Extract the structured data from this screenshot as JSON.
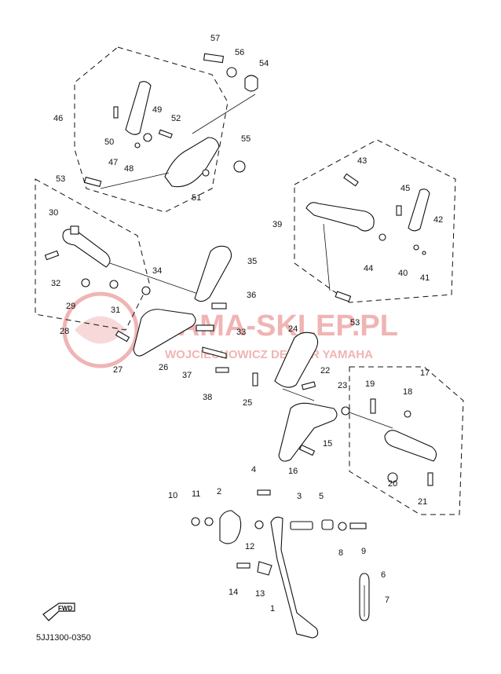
{
  "diagram": {
    "ref_code": "5JJ1300-0350",
    "fwd_label": "FWD",
    "watermark": {
      "title": "YAMA-SKLEP.PL",
      "subtitle": "WOJCIECHOWICZ DEALER YAMAHA",
      "color": "#e05a5a"
    },
    "parts": [
      {
        "id": "57",
        "label": "57"
      },
      {
        "id": "56",
        "label": "56"
      },
      {
        "id": "54",
        "label": "54"
      },
      {
        "id": "46",
        "label": "46"
      },
      {
        "id": "49",
        "label": "49"
      },
      {
        "id": "52",
        "label": "52"
      },
      {
        "id": "50",
        "label": "50"
      },
      {
        "id": "55",
        "label": "55"
      },
      {
        "id": "47",
        "label": "47"
      },
      {
        "id": "48",
        "label": "48"
      },
      {
        "id": "53a",
        "label": "53"
      },
      {
        "id": "51",
        "label": "51"
      },
      {
        "id": "43",
        "label": "43"
      },
      {
        "id": "45",
        "label": "45"
      },
      {
        "id": "39",
        "label": "39"
      },
      {
        "id": "42",
        "label": "42"
      },
      {
        "id": "44",
        "label": "44"
      },
      {
        "id": "40",
        "label": "40"
      },
      {
        "id": "41",
        "label": "41"
      },
      {
        "id": "53b",
        "label": "53"
      },
      {
        "id": "30",
        "label": "30"
      },
      {
        "id": "35",
        "label": "35"
      },
      {
        "id": "32",
        "label": "32"
      },
      {
        "id": "34",
        "label": "34"
      },
      {
        "id": "29",
        "label": "29"
      },
      {
        "id": "36",
        "label": "36"
      },
      {
        "id": "31",
        "label": "31"
      },
      {
        "id": "28",
        "label": "28"
      },
      {
        "id": "33",
        "label": "33"
      },
      {
        "id": "24",
        "label": "24"
      },
      {
        "id": "27",
        "label": "27"
      },
      {
        "id": "26",
        "label": "26"
      },
      {
        "id": "37",
        "label": "37"
      },
      {
        "id": "22",
        "label": "22"
      },
      {
        "id": "17",
        "label": "17"
      },
      {
        "id": "38",
        "label": "38"
      },
      {
        "id": "25",
        "label": "25"
      },
      {
        "id": "23",
        "label": "23"
      },
      {
        "id": "19",
        "label": "19"
      },
      {
        "id": "18",
        "label": "18"
      },
      {
        "id": "15",
        "label": "15"
      },
      {
        "id": "16",
        "label": "16"
      },
      {
        "id": "20",
        "label": "20"
      },
      {
        "id": "21",
        "label": "21"
      },
      {
        "id": "4",
        "label": "4"
      },
      {
        "id": "10",
        "label": "10"
      },
      {
        "id": "11",
        "label": "11"
      },
      {
        "id": "2",
        "label": "2"
      },
      {
        "id": "3",
        "label": "3"
      },
      {
        "id": "5",
        "label": "5"
      },
      {
        "id": "12",
        "label": "12"
      },
      {
        "id": "8",
        "label": "8"
      },
      {
        "id": "9",
        "label": "9"
      },
      {
        "id": "6",
        "label": "6"
      },
      {
        "id": "14",
        "label": "14"
      },
      {
        "id": "13",
        "label": "13"
      },
      {
        "id": "7",
        "label": "7"
      },
      {
        "id": "1",
        "label": "1"
      }
    ]
  }
}
